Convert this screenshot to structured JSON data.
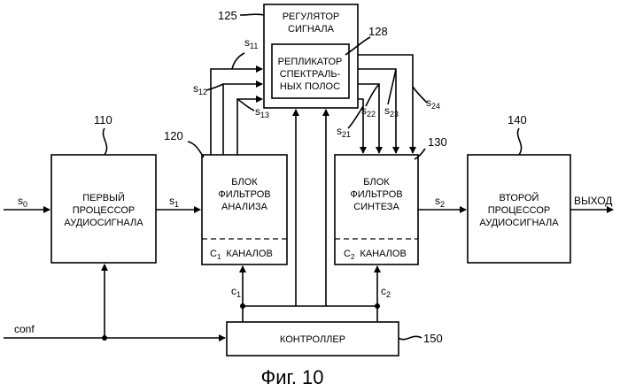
{
  "diagram": {
    "blocks": {
      "first_processor": [
        "ПЕРВЫЙ",
        "ПРОЦЕССОР",
        "АУДИОСИГНАЛА"
      ],
      "analysis_filterbank": [
        "БЛОК",
        "ФИЛЬТРОВ",
        "АНАЛИЗА"
      ],
      "analysis_channels": {
        "c": "C",
        "sub": "1",
        "word": "КАНАЛОВ"
      },
      "synthesis_filterbank": [
        "БЛОК",
        "ФИЛЬТРОВ",
        "СИНТЕЗА"
      ],
      "synthesis_channels": {
        "c": "C",
        "sub": "2",
        "word": "КАНАЛОВ"
      },
      "second_processor": [
        "ВТОРОЙ",
        "ПРОЦЕССОР",
        "АУДИОСИГНАЛА"
      ],
      "signal_regulator": [
        "РЕГУЛЯТОР",
        "СИГНАЛА"
      ],
      "band_replicator": [
        "РЕПЛИКАТОР",
        "СПЕКТРАЛЬ-",
        "НЫХ ПОЛОС"
      ],
      "controller": "КОНТРОЛЛЕР"
    },
    "refs": {
      "first_processor": "110",
      "analysis_filterbank": "120",
      "signal_regulator": "125",
      "band_replicator": "128",
      "synthesis_filterbank": "130",
      "second_processor": "140",
      "controller": "150"
    },
    "signals": {
      "s0": {
        "base": "s",
        "sub": "0"
      },
      "s1": {
        "base": "s",
        "sub": "1"
      },
      "s2": {
        "base": "s",
        "sub": "2"
      },
      "s11": {
        "base": "s",
        "sub": "11"
      },
      "s12": {
        "base": "s",
        "sub": "12"
      },
      "s13": {
        "base": "s",
        "sub": "13"
      },
      "s21": {
        "base": "s",
        "sub": "21"
      },
      "s22": {
        "base": "s",
        "sub": "22"
      },
      "s23": {
        "base": "s",
        "sub": "23"
      },
      "s24": {
        "base": "s",
        "sub": "24"
      },
      "c1": {
        "base": "c",
        "sub": "1"
      },
      "c2": {
        "base": "c",
        "sub": "2"
      },
      "conf": "conf",
      "output": "ВЫХОД"
    },
    "caption": "Фиг. 10"
  }
}
